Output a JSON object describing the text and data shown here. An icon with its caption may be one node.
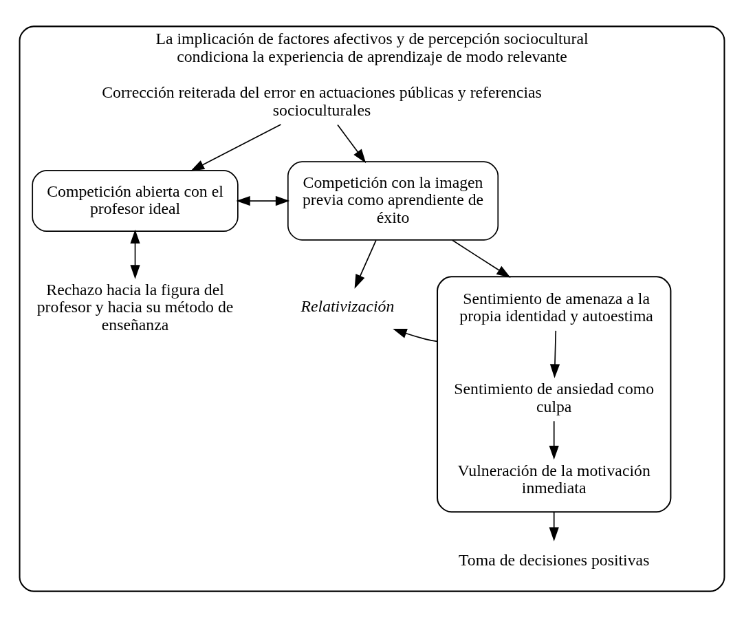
{
  "diagram": {
    "nodes": [
      {
        "text": [
          "La implicación de factores afectivos y de percepción sociocultural condiciona la experiencia de aprendizaje de modo relevante"
        ]
      },
      {
        "text": [
          "Corrección reiterada del error en actuaciones públicas y referencias socioculturales"
        ],
        "in": 0
      },
      {
        "text": [
          "Competición abierta con el profesor ideal"
        ],
        "in": 0
      },
      {
        "text": [
          "Competición con la imagen previa como aprendiente de éxito"
        ],
        "in": 0
      },
      {
        "text": [
          "Rechazo hacia la figura del profesor y hacia su método de enseñanza"
        ],
        "in": 0
      },
      {
        "text": [
          "Relativización"
        ],
        "in": 0
      },
      {
        "text": [],
        "shape": "box",
        "in": 0
      },
      {
        "text": [
          "Sentimiento de amenaza a la propia identidad y autoestima"
        ],
        "in": 6
      },
      {
        "text": [
          "Sentimiento de ansiedad como culpa"
        ],
        "in": 6
      },
      {
        "text": [
          "Vulneración de la motivación inmediata"
        ],
        "in": 6
      },
      {
        "text": [
          "Toma de decisiones positivas"
        ],
        "in": 0
      }
    ],
    "edges": [
      {
        "from": 1,
        "to": 2,
        "arrow": "to"
      },
      {
        "from": 1,
        "to": 3,
        "arrow": "to"
      },
      {
        "from": 2,
        "to": 3,
        "arrow": "both"
      },
      {
        "from": 2,
        "to": 4,
        "arrow": "both"
      },
      {
        "from": 3,
        "to": 6,
        "arrow": "to"
      },
      {
        "from": 3,
        "to": 5,
        "arrow": "to"
      },
      {
        "from": 6,
        "to": 5,
        "arrow": "to"
      },
      {
        "from": 7,
        "to": 8,
        "arrow": "to"
      },
      {
        "from": 8,
        "to": 9,
        "arrow": "to"
      },
      {
        "from": 6,
        "to": 10,
        "arrow": "to"
      }
    ]
  }
}
